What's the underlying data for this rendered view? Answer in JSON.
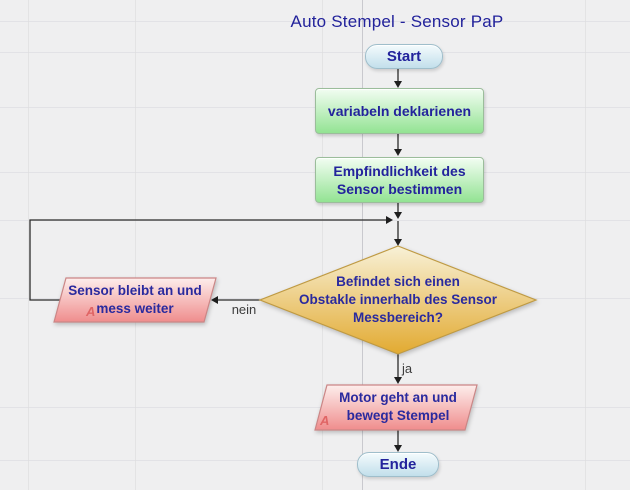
{
  "title": "Auto Stempel - Sensor PaP",
  "labels": {
    "branch_no": "nein",
    "branch_yes": "ja"
  },
  "nodes": {
    "start": "Start",
    "declare": "variabeln deklarienen",
    "sensitivity": {
      "line1": "Empfindlichkeit des",
      "line2": "Sensor bestimmen"
    },
    "decision": {
      "line1": "Befindet sich einen",
      "line2": "Obstakle innerhalb des Sensor",
      "line3": "Messbereich?"
    },
    "sensor_loop": {
      "line1": "Sensor bleibt an und",
      "line2": "mess weiter",
      "marker": "A"
    },
    "motor": {
      "line1": "Motor geht an und",
      "line2": "bewegt Stempel",
      "marker": "A"
    },
    "end": "Ende"
  },
  "colors": {
    "background": "#efeff0",
    "node_text": "#23239c",
    "terminator_fill": "#c2dfeb",
    "process_fill": "#93e393",
    "decision_fill": "#e2aa31",
    "io_fill": "#ee8c8c",
    "connector": "#2b2b2b",
    "marker": "#e06565"
  }
}
